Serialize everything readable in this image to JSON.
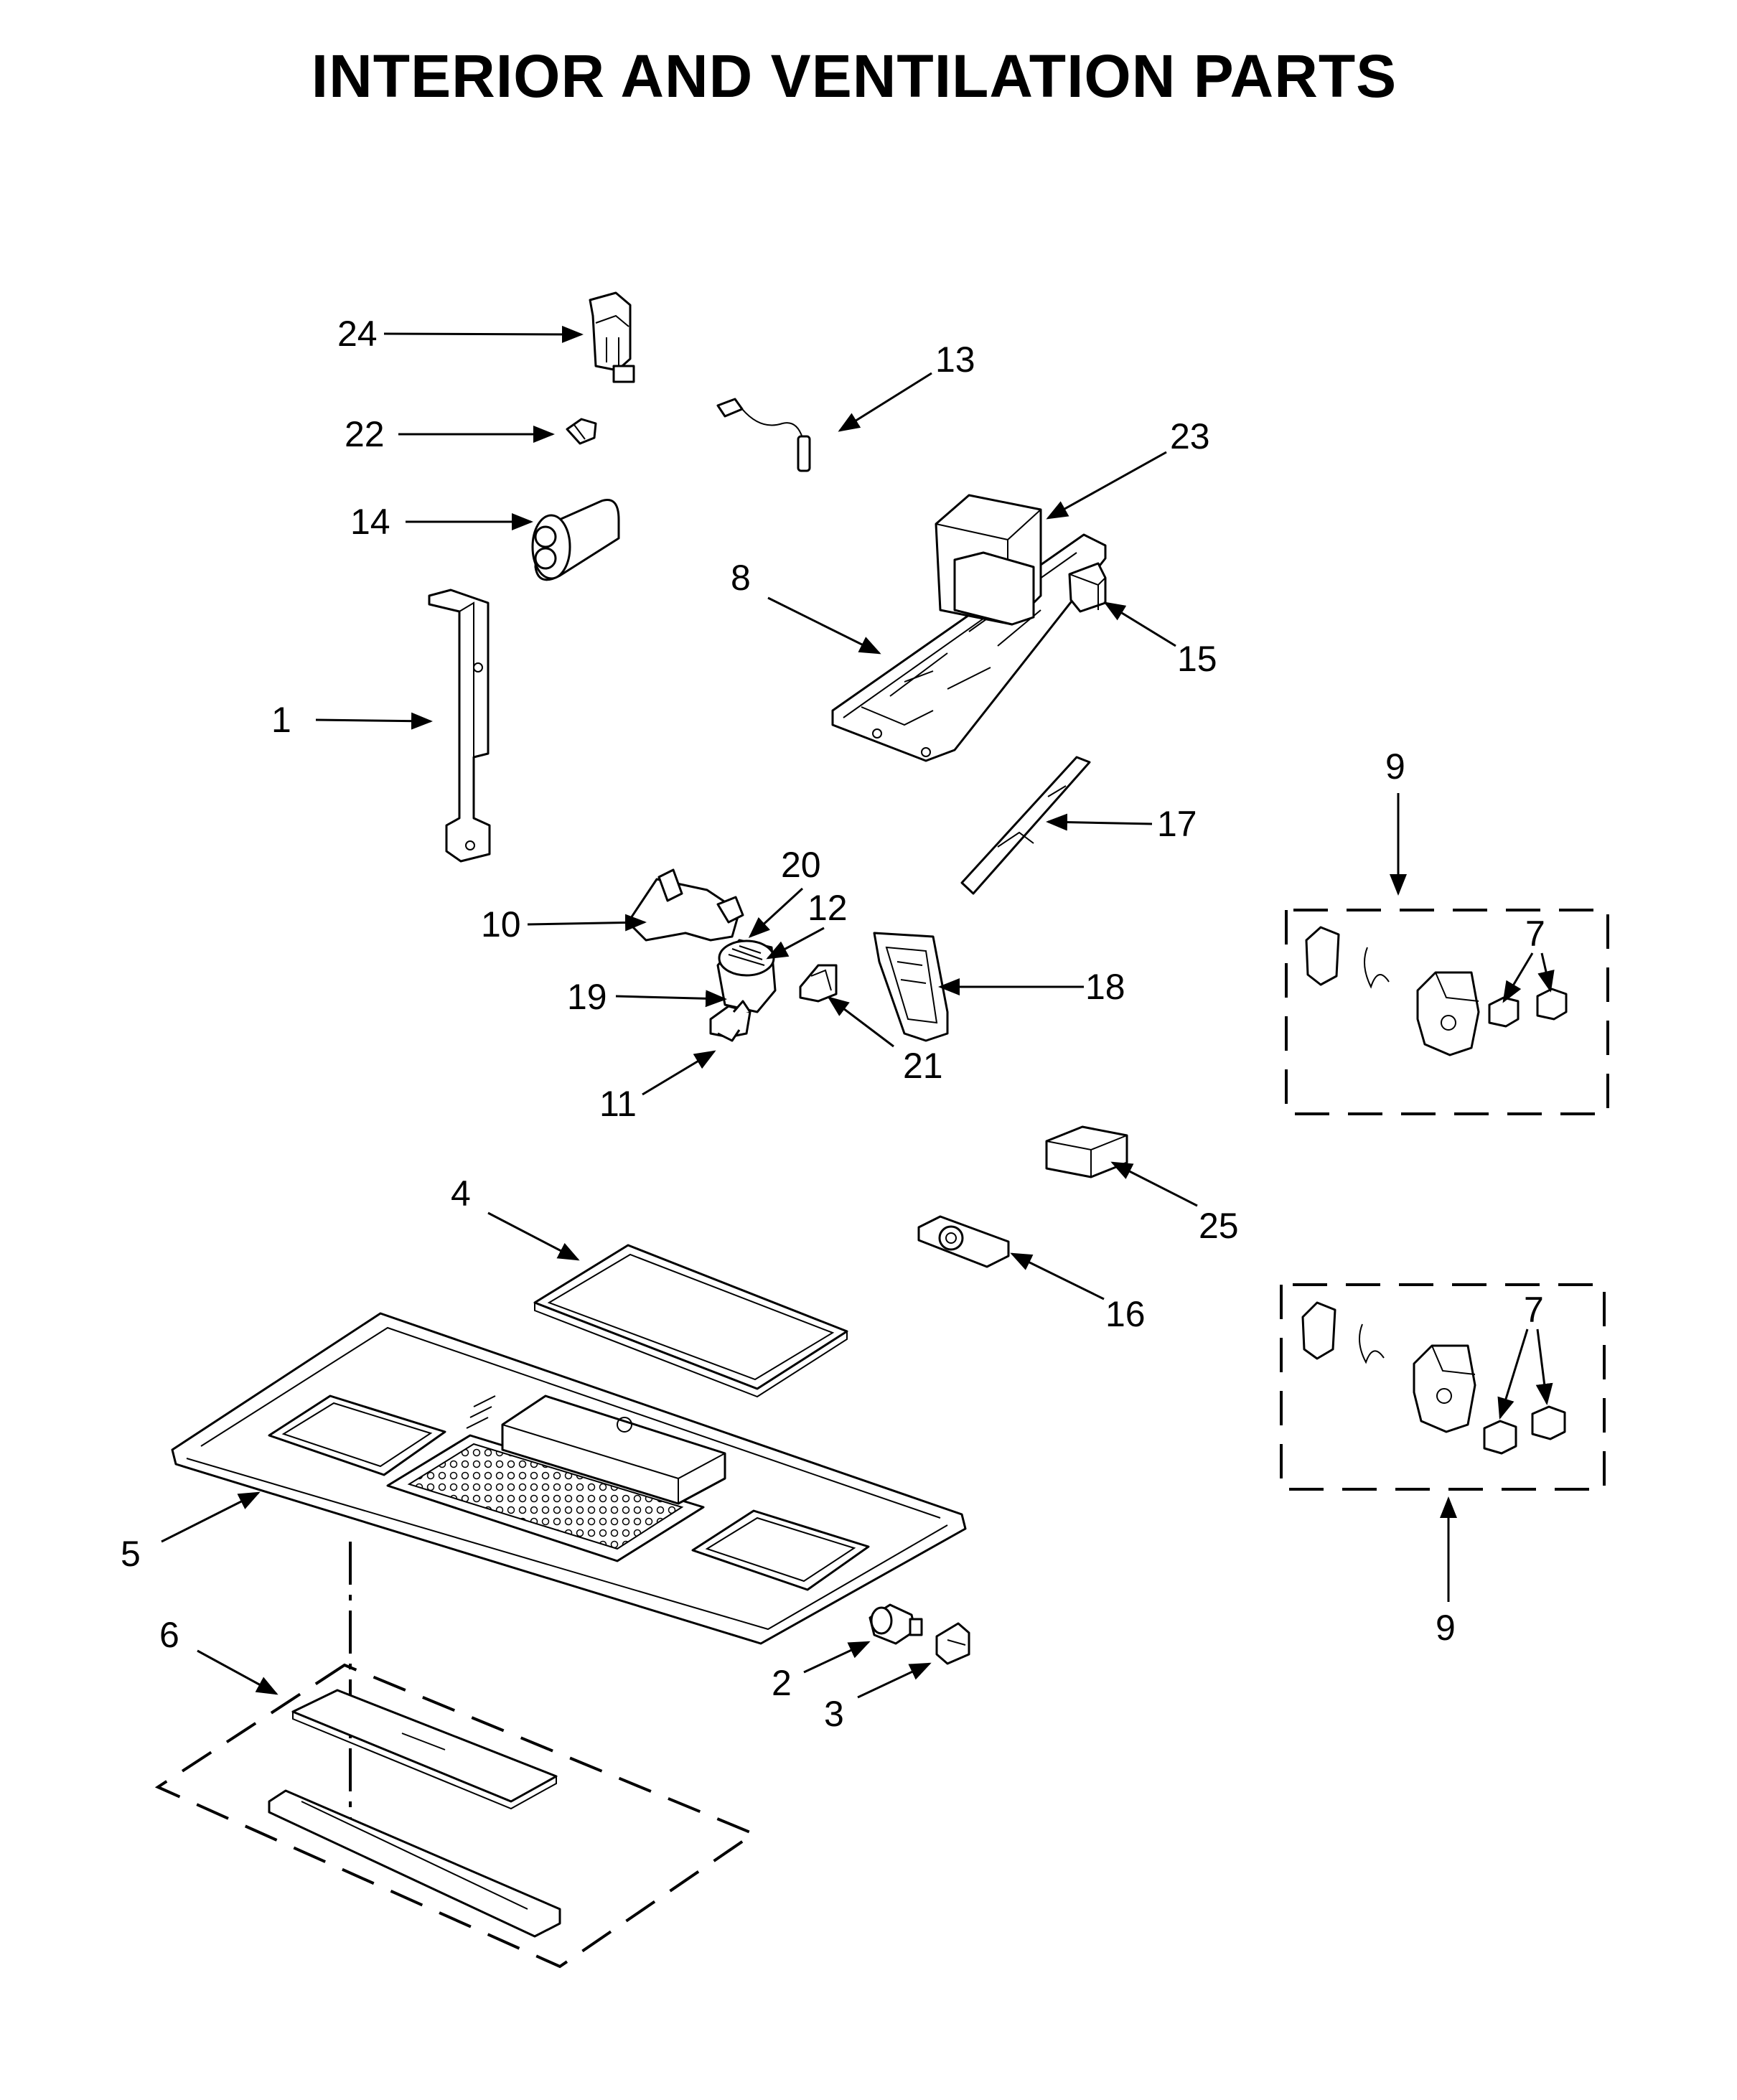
{
  "title": "INTERIOR AND VENTILATION PARTS",
  "callouts": {
    "c1": "1",
    "c2": "2",
    "c3": "3",
    "c4": "4",
    "c5": "5",
    "c6": "6",
    "c7a": "7",
    "c7b": "7",
    "c8": "8",
    "c9a": "9",
    "c9b": "9",
    "c10": "10",
    "c11": "11",
    "c12": "12",
    "c13": "13",
    "c14": "14",
    "c15": "15",
    "c16": "16",
    "c17": "17",
    "c18": "18",
    "c19": "19",
    "c20": "20",
    "c21": "21",
    "c22": "22",
    "c23": "23",
    "c24": "24",
    "c25": "25"
  }
}
